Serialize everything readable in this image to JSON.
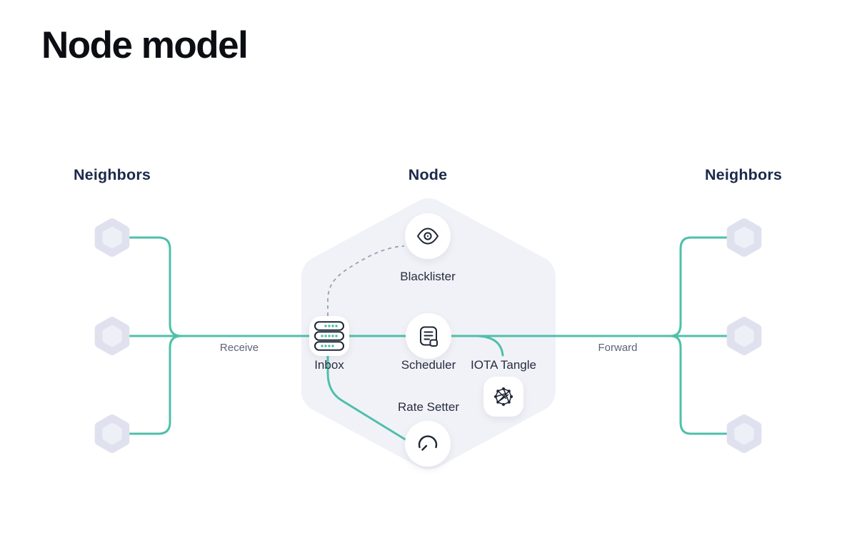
{
  "title": "Node model",
  "headers": {
    "left": "Neighbors",
    "center": "Node",
    "right": "Neighbors"
  },
  "edges": {
    "receive": "Receive",
    "forward": "Forward"
  },
  "components": {
    "blacklister": "Blacklister",
    "inbox": "Inbox",
    "scheduler": "Scheduler",
    "iota_tangle": "IOTA Tangle",
    "rate_setter": "Rate Setter"
  },
  "icons": {
    "blacklister": "eye-icon",
    "inbox": "server-stack-icon",
    "scheduler": "note-icon",
    "iota_tangle": "tangle-icon",
    "rate_setter": "gauge-icon",
    "neighbors": "hexagon-icon"
  },
  "colors": {
    "background": "#ffffff",
    "link_teal": "#4fbfaa",
    "node_hexagon_fill": "#f1f2f8",
    "neighbor_hexagon_outer": "#dfe2ee",
    "neighbor_hexagon_inner": "#eef0f8",
    "dashed_link": "#98a0b3",
    "icon_stroke": "#1e2535",
    "title_text": "#0c0e13",
    "header_text": "#1b2a4a",
    "component_label_text": "#272d3f",
    "edge_label_text": "#5a6578",
    "card_fill": "#ffffff"
  }
}
